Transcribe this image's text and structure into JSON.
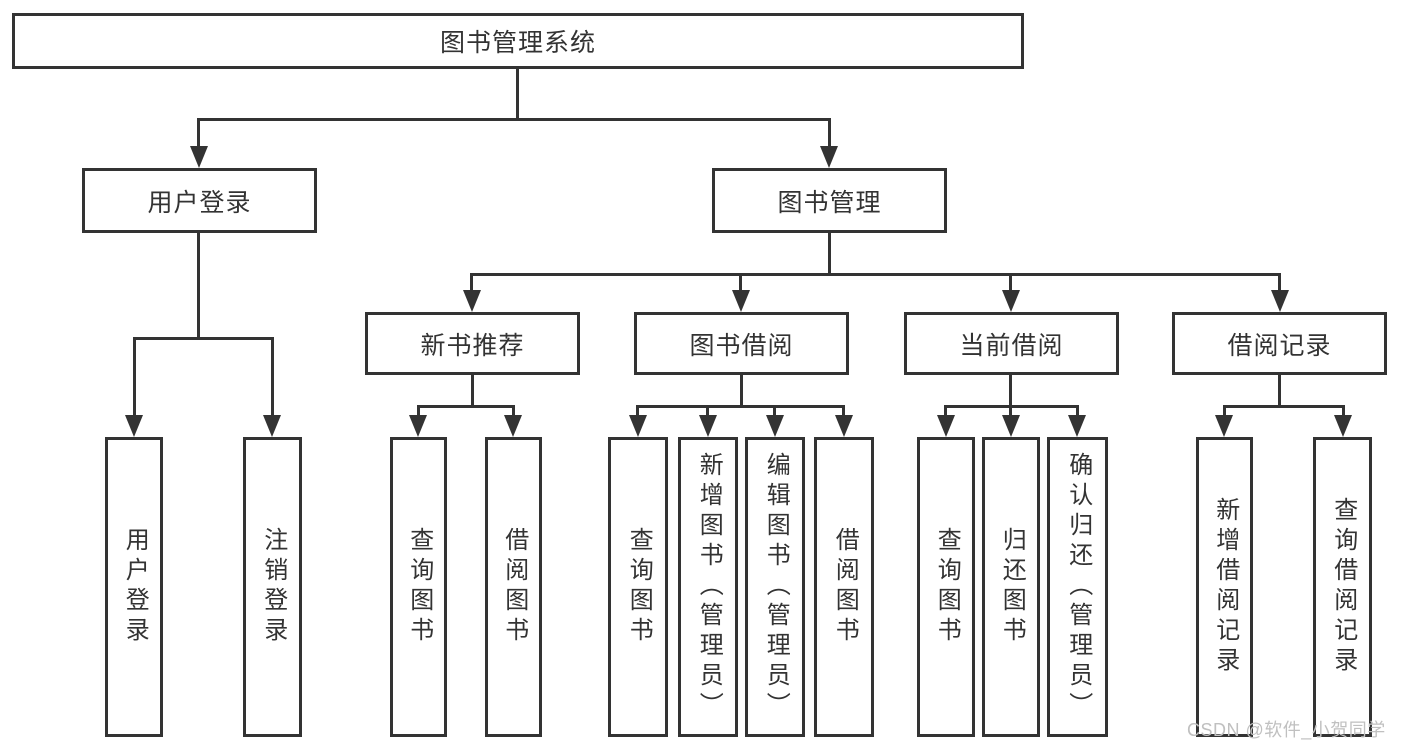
{
  "tree": {
    "root": {
      "label": "图书管理系统"
    },
    "user_login": {
      "label": "用户登录",
      "children": [
        {
          "label": "用户登录"
        },
        {
          "label": "注销登录"
        }
      ]
    },
    "book_management": {
      "label": "图书管理",
      "sections": [
        {
          "label": "新书推荐",
          "children": [
            {
              "label": "查询图书"
            },
            {
              "label": "借阅图书"
            }
          ]
        },
        {
          "label": "图书借阅",
          "children": [
            {
              "label": "查询图书"
            },
            {
              "label": "新增图书（管理员）"
            },
            {
              "label": "编辑图书（管理员）"
            },
            {
              "label": "借阅图书"
            }
          ]
        },
        {
          "label": "当前借阅",
          "children": [
            {
              "label": "查询图书"
            },
            {
              "label": "归还图书"
            },
            {
              "label": "确认归还（管理员）"
            }
          ]
        },
        {
          "label": "借阅记录",
          "children": [
            {
              "label": "新增借阅记录"
            },
            {
              "label": "查询借阅记录"
            }
          ]
        }
      ]
    }
  },
  "watermark": {
    "text": "CSDN @软件_小贺同学"
  },
  "colors": {
    "line": "#333333",
    "text": "#333333",
    "background": "#ffffff",
    "watermark": "#c0c0c0"
  }
}
